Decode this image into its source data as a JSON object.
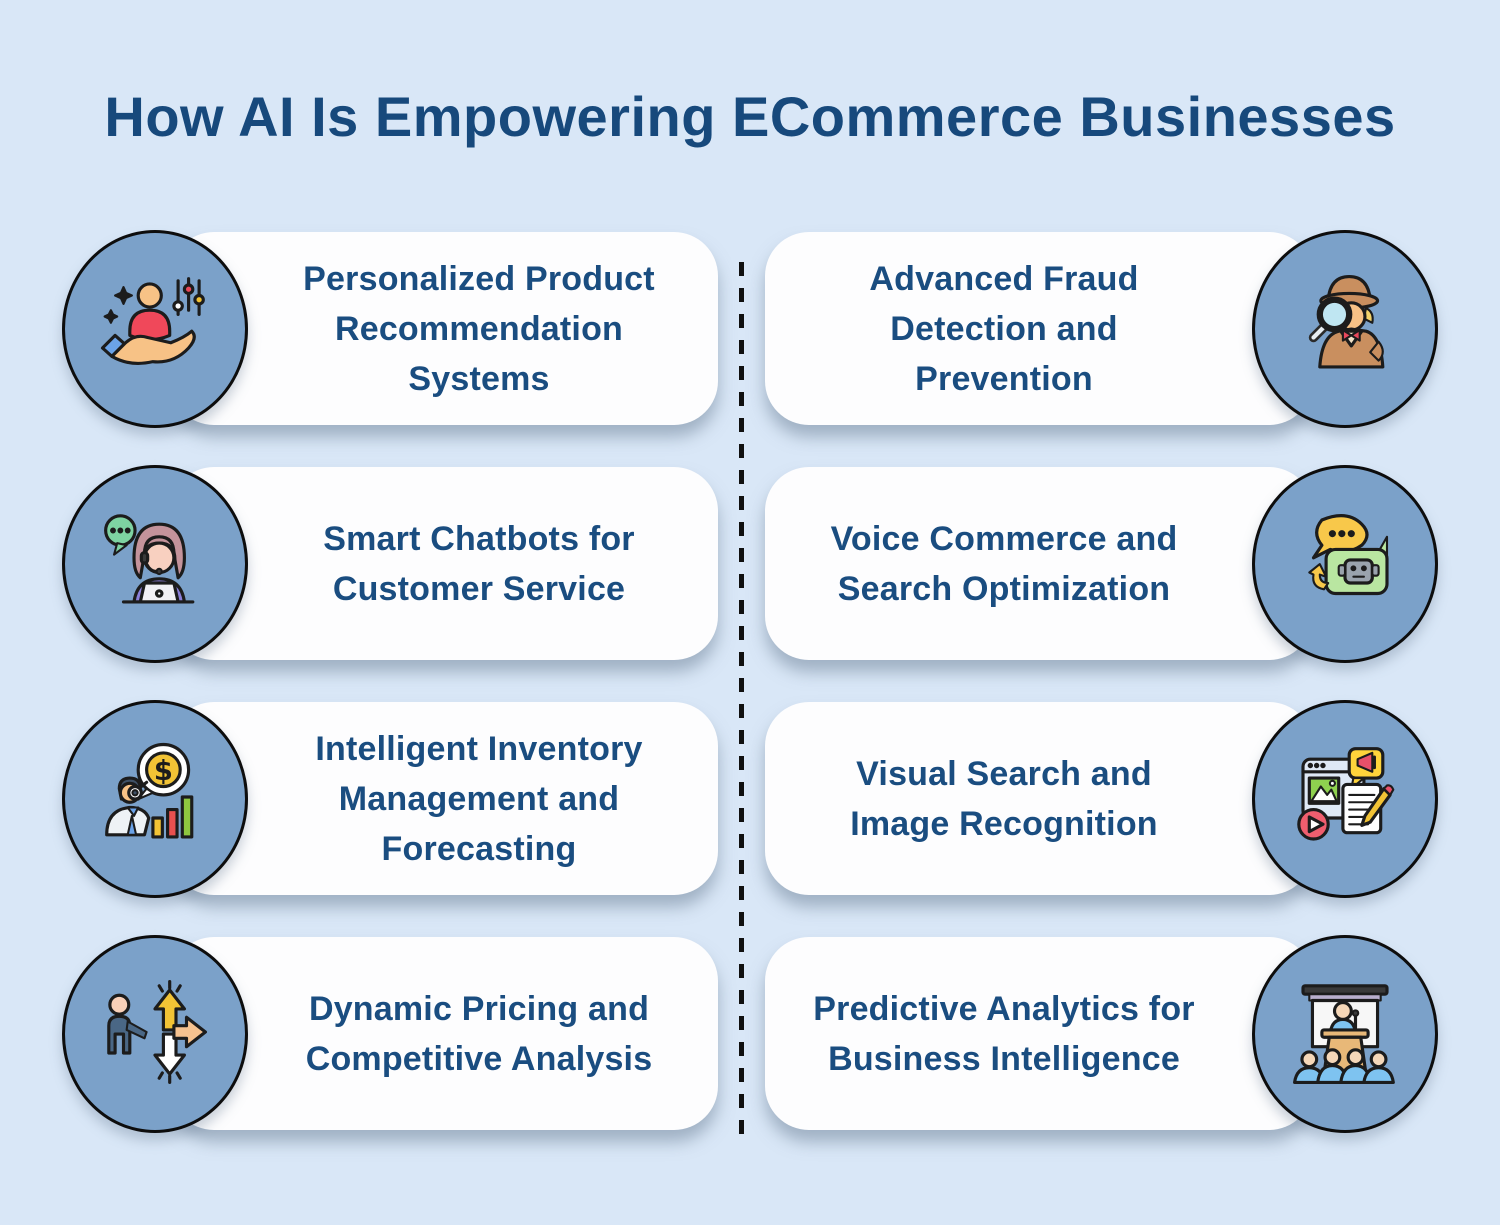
{
  "title": "How AI Is Empowering ECommerce Businesses",
  "colors": {
    "background": "#d9e7f7",
    "card_background": "#fdfdfe",
    "circle_fill": "#7ba1c9",
    "circle_border": "#0d0d0d",
    "heading_text": "#17497c",
    "card_text": "#1a4d80",
    "divider": "#101010"
  },
  "divider": {
    "style": "vertical-dashed-line"
  },
  "glyphs": {
    "dollar": "$"
  },
  "items": {
    "left": [
      {
        "label": "Personalized Product Recommendation Systems",
        "icon": "hand-holding-person-icon"
      },
      {
        "label": "Smart Chatbots for Customer Service",
        "icon": "support-agent-chat-icon"
      },
      {
        "label": "Intelligent Inventory Management and Forecasting",
        "icon": "magnifier-dollar-chart-icon"
      },
      {
        "label": "Dynamic Pricing and Competitive Analysis",
        "icon": "person-price-arrows-icon"
      }
    ],
    "right": [
      {
        "label": "Advanced Fraud Detection and Prevention",
        "icon": "detective-magnifier-icon"
      },
      {
        "label": "Voice Commerce and Search Optimization",
        "icon": "voice-chat-robot-icon"
      },
      {
        "label": "Visual Search and Image Recognition",
        "icon": "browser-media-document-icon"
      },
      {
        "label": "Predictive Analytics for Business Intelligence",
        "icon": "presenter-podium-audience-icon"
      }
    ]
  }
}
